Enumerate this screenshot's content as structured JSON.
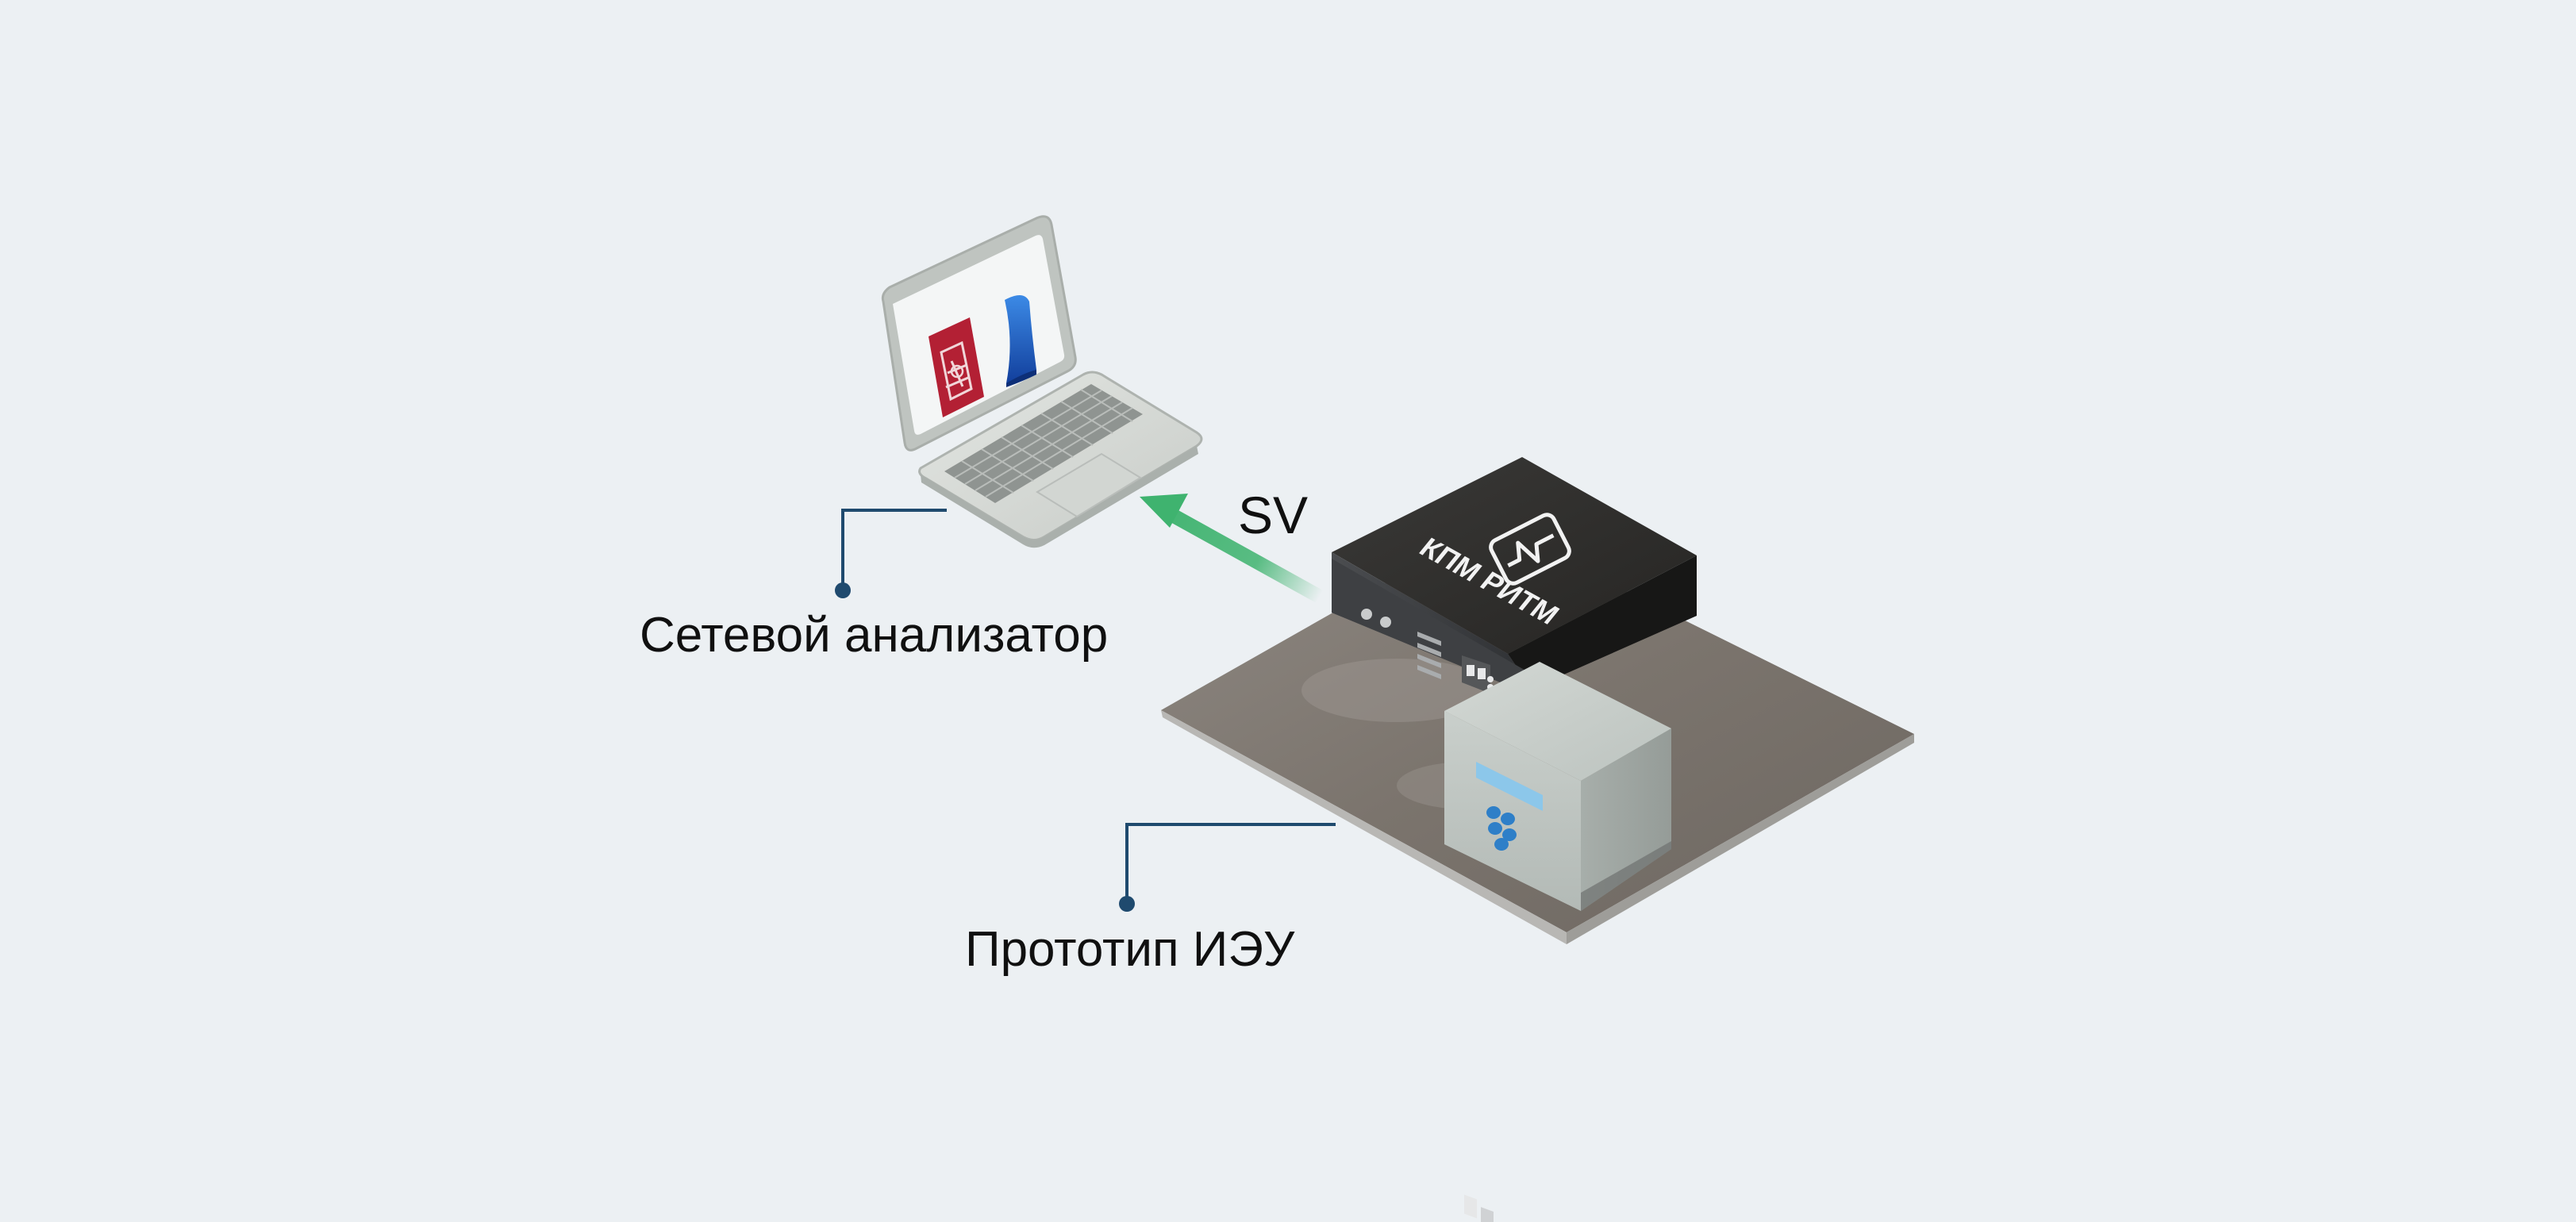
{
  "labels": {
    "network_analyzer": "Сетевой анализатор",
    "ied_prototype": "Прототип ИЭУ",
    "stream": "SV"
  },
  "devices": {
    "rack": {
      "brand": "КПМ РИТМ",
      "icon": "waveform-logo-icon"
    },
    "laptop": {
      "screen_icons": [
        "red-emblem-icon",
        "blue-shark-fin-icon"
      ]
    }
  },
  "colors": {
    "background": "#ecf0f3",
    "arrow": "#3fb36f",
    "leader_line": "#1f4a6e",
    "rack_top": "#2f2e2c",
    "platform": "#7a736c",
    "emblem_red": "#b32034",
    "fin_blue": "#1f5fc4",
    "ied_screen": "#8cc7ea",
    "ied_buttons": "#2e7fc8"
  }
}
